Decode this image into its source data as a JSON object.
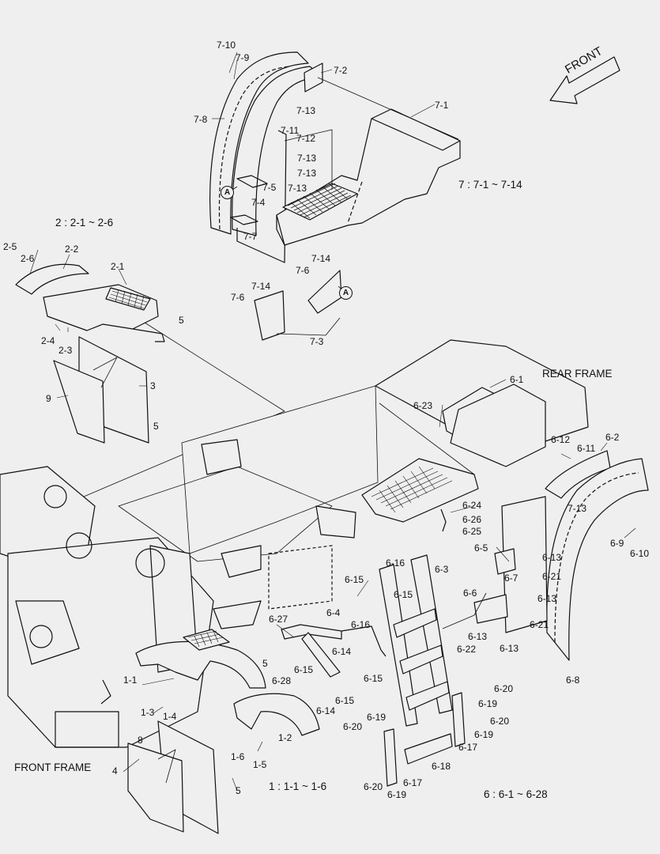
{
  "diagram": {
    "front_arrow_label": "FRONT",
    "rear_frame_label": "REAR FRAME",
    "front_frame_label": "FRONT FRAME",
    "detail_marker": "A",
    "group_notes": [
      {
        "id": "g7",
        "text": "7 : 7-1 ~ 7-14"
      },
      {
        "id": "g2",
        "text": "2 : 2-1 ~ 2-6"
      },
      {
        "id": "g1",
        "text": "1 : 1-1 ~ 1-6"
      },
      {
        "id": "g6",
        "text": "6 : 6-1 ~ 6-28"
      }
    ],
    "part_labels": [
      "7-10",
      "7-9",
      "7-2",
      "7-1",
      "7-13",
      "7-8",
      "7-11",
      "7-12",
      "7-13",
      "7-13",
      "7-5",
      "7-4",
      "7-13",
      "7-7",
      "7-14",
      "7-6",
      "7-14",
      "7-6",
      "7-3",
      "2-5",
      "2-6",
      "2-2",
      "2-1",
      "5",
      "2-4",
      "2-3",
      "3",
      "9",
      "5",
      "6-1",
      "6-23",
      "6-12",
      "6-11",
      "6-2",
      "7-13",
      "6-9",
      "6-10",
      "6-24",
      "6-26",
      "6-25",
      "6-5",
      "6-13",
      "6-21",
      "6-7",
      "6-13",
      "6-16",
      "6-15",
      "6-15",
      "6-3",
      "6-6",
      "6-21",
      "6-13",
      "6-13",
      "6-16",
      "6-27",
      "6-4",
      "6-14",
      "6-15",
      "6-28",
      "6-15",
      "6-14",
      "6-15",
      "6-22",
      "6-20",
      "6-19",
      "6-20",
      "6-19",
      "6-8",
      "6-17",
      "6-20",
      "6-19",
      "6-18",
      "6-17",
      "6-20",
      "6-19",
      "5",
      "1-1",
      "1-3",
      "1-4",
      "1-2",
      "8",
      "1-6",
      "1-5",
      "4",
      "5"
    ]
  }
}
